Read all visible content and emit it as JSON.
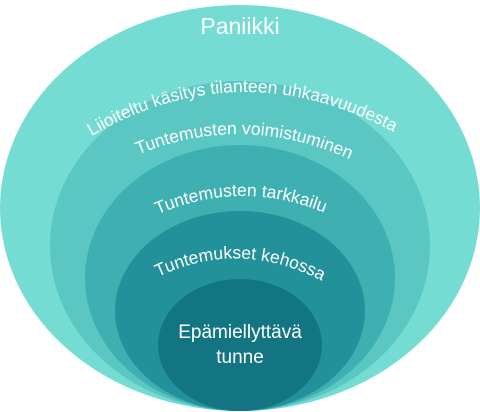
{
  "diagram": {
    "title": "Paniikki",
    "rings": [
      {
        "label": "Liioiteltu käsitys tilanteen uhkaavuudesta",
        "color": "#74dcd3"
      },
      {
        "label": "Tuntemusten voimistuminen",
        "color": "#5ac7c3"
      },
      {
        "label": "Tuntemusten tarkkailu",
        "color": "#3fb0b1"
      },
      {
        "label": "Tuntemukset kehossa",
        "color": "#23919a"
      },
      {
        "label_lines": [
          "Epämiellyttävä",
          "tunne"
        ],
        "color": "#137581"
      }
    ]
  }
}
